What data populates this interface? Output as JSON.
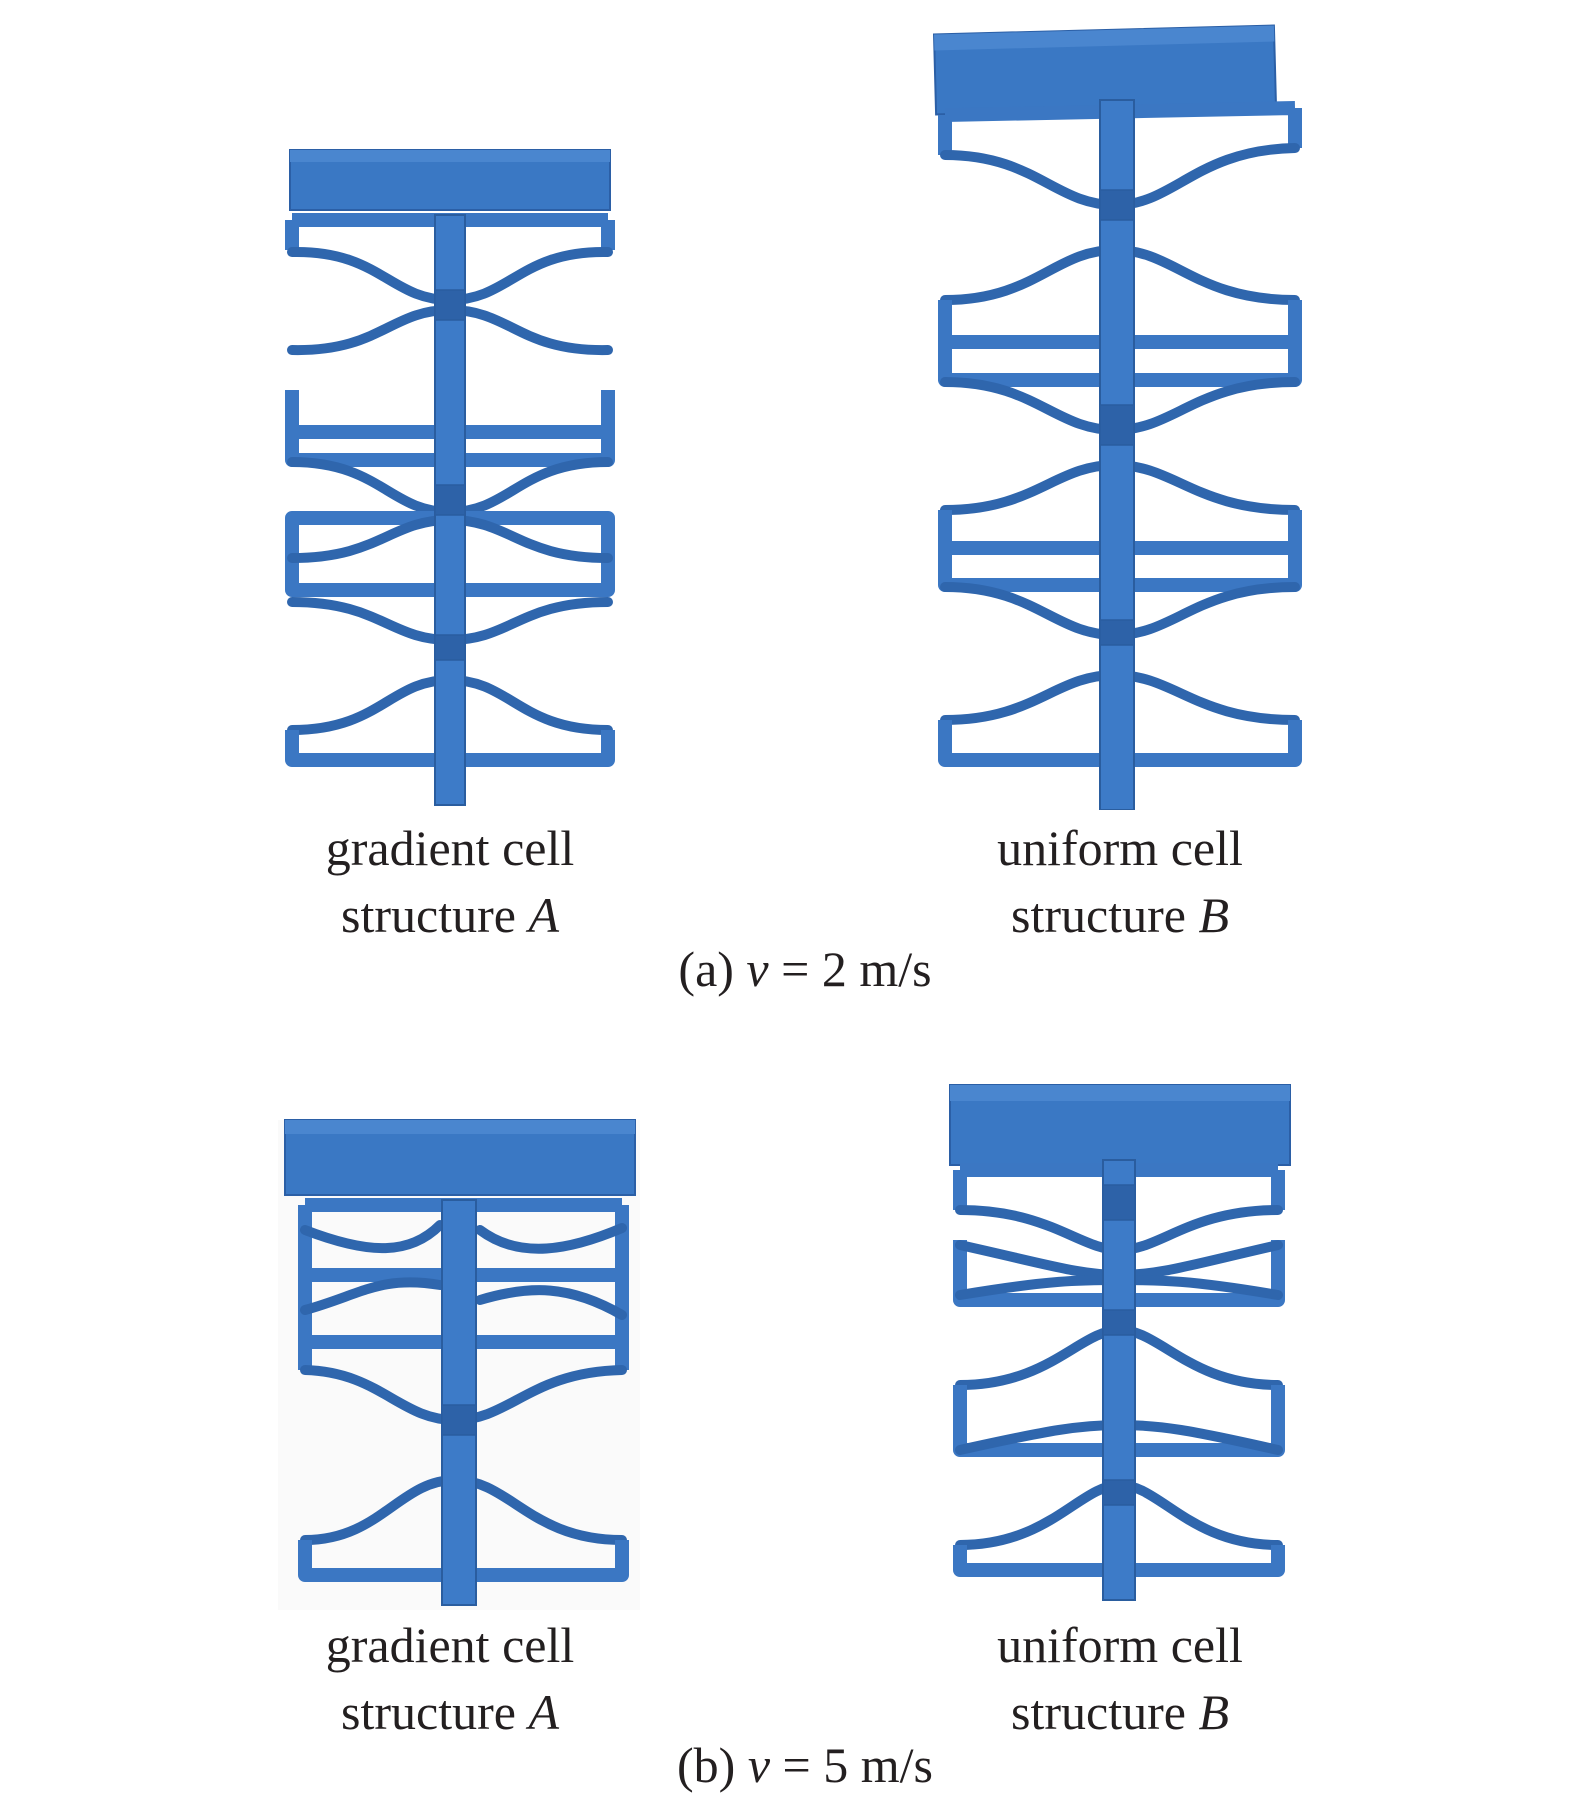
{
  "figure": {
    "panels": [
      {
        "id": "a",
        "label_prefix": "(a) ",
        "label_var": "v",
        "label_suffix": " = 2 m/s",
        "structures": [
          {
            "line1": "gradient cell",
            "line2_text": "structure ",
            "line2_var": "A"
          },
          {
            "line1": "uniform cell",
            "line2_text": "structure ",
            "line2_var": "B"
          }
        ]
      },
      {
        "id": "b",
        "label_prefix": "(b) ",
        "label_var": "v",
        "label_suffix": " = 5 m/s",
        "structures": [
          {
            "line1": "gradient cell",
            "line2_text": "structure ",
            "line2_var": "A"
          },
          {
            "line1": "uniform cell",
            "line2_text": "structure ",
            "line2_var": "B"
          }
        ]
      }
    ],
    "colors": {
      "structure_blue": "#3b77c3",
      "text": "#231f20"
    }
  }
}
